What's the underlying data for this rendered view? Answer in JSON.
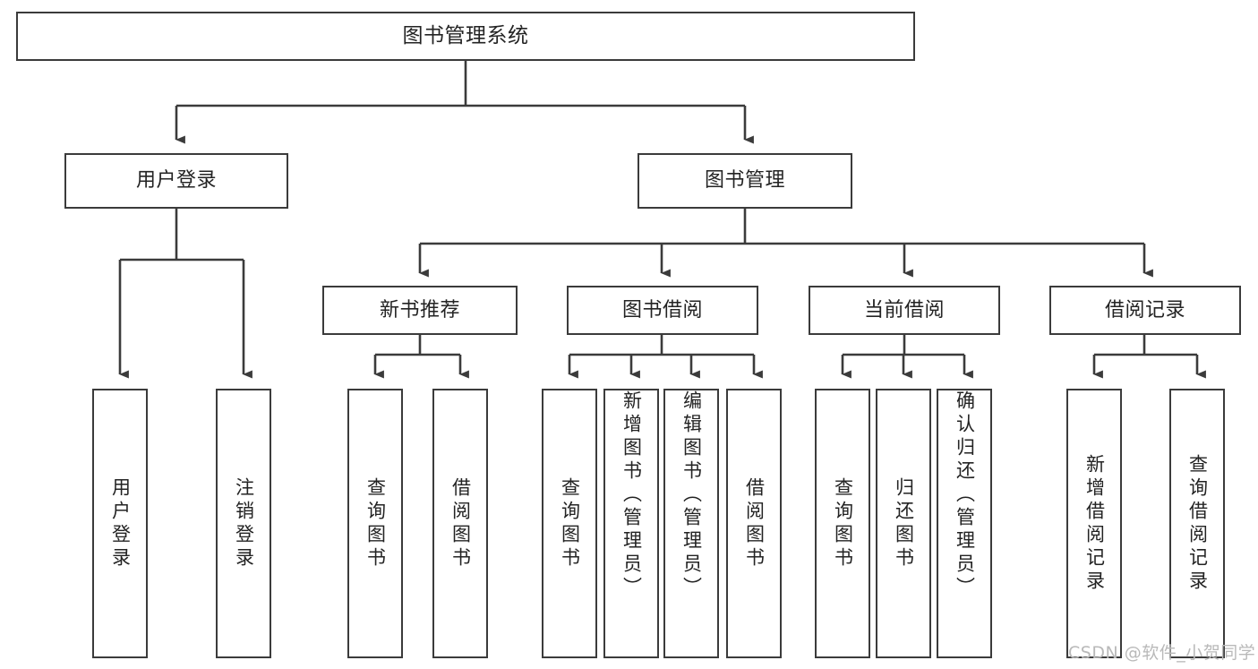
{
  "diagram": {
    "title": "图书管理系统",
    "type": "tree-hierarchy",
    "orientation": "top-down",
    "levels": 4,
    "root": {
      "id": "root",
      "label": "图书管理系统"
    },
    "level2": [
      {
        "id": "user-login",
        "label": "用户登录"
      },
      {
        "id": "book-management",
        "label": "图书管理"
      }
    ],
    "level3": [
      {
        "id": "new-book-recommend",
        "label": "新书推荐",
        "parent": "book-management"
      },
      {
        "id": "book-borrow",
        "label": "图书借阅",
        "parent": "book-management"
      },
      {
        "id": "current-borrow",
        "label": "当前借阅",
        "parent": "book-management"
      },
      {
        "id": "borrow-record",
        "label": "借阅记录",
        "parent": "book-management"
      }
    ],
    "leaves": [
      {
        "id": "leaf-user-login",
        "label": "用户登录",
        "parent": "user-login"
      },
      {
        "id": "leaf-user-logout",
        "label": "注销登录",
        "parent": "user-login"
      },
      {
        "id": "leaf-query-book-1",
        "label": "查询图书",
        "parent": "new-book-recommend"
      },
      {
        "id": "leaf-borrow-book-1",
        "label": "借阅图书",
        "parent": "new-book-recommend"
      },
      {
        "id": "leaf-query-book-2",
        "label": "查询图书",
        "parent": "book-borrow"
      },
      {
        "id": "leaf-add-book",
        "label": "新增图书（管理员）",
        "parent": "book-borrow"
      },
      {
        "id": "leaf-edit-book",
        "label": "编辑图书（管理员）",
        "parent": "book-borrow"
      },
      {
        "id": "leaf-borrow-book-2",
        "label": "借阅图书",
        "parent": "book-borrow"
      },
      {
        "id": "leaf-query-book-3",
        "label": "查询图书",
        "parent": "current-borrow"
      },
      {
        "id": "leaf-return-book",
        "label": "归还图书",
        "parent": "current-borrow"
      },
      {
        "id": "leaf-confirm-return",
        "label": "确认归还（管理员）",
        "parent": "current-borrow"
      },
      {
        "id": "leaf-add-record",
        "label": "新增借阅记录",
        "parent": "borrow-record"
      },
      {
        "id": "leaf-query-record",
        "label": "查询借阅记录",
        "parent": "borrow-record"
      }
    ]
  },
  "watermark": {
    "text": "CSDN @软件_小贺同学"
  },
  "colors": {
    "stroke": "#3b3b3b",
    "fill": "#ffffff",
    "text": "#232323",
    "watermark": "#b9b9b9"
  }
}
